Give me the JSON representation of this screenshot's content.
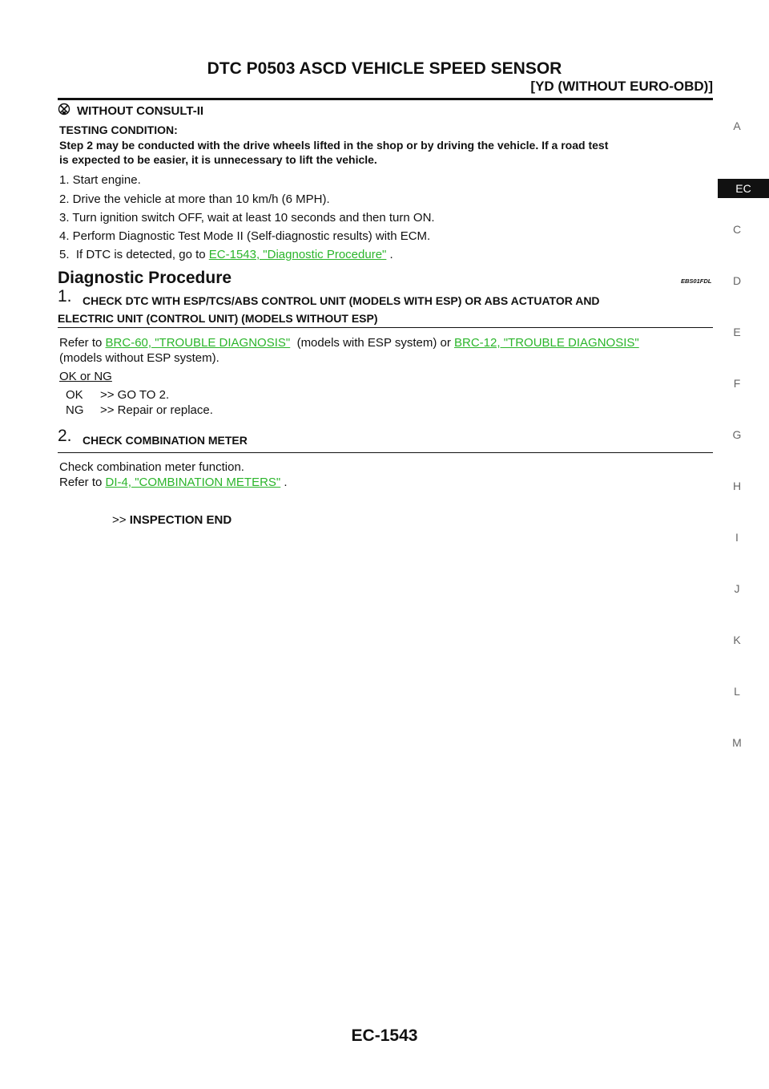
{
  "header": {
    "title": "DTC P0503 ASCD VEHICLE SPEED SENSOR",
    "subtitle": "[YD (WITHOUT EURO-OBD)]"
  },
  "side_index": {
    "letters": [
      "A",
      "EC",
      "C",
      "D",
      "E",
      "F",
      "G",
      "H",
      "I",
      "J",
      "K",
      "L",
      "M"
    ],
    "active": "EC"
  },
  "without_consult": {
    "heading": "WITHOUT CONSULT-II",
    "icon": "consult-cross-icon",
    "testing_label": "TESTING CONDITION:",
    "testing_line1": "Step 2 may be conducted with the drive wheels lifted in the shop or by driving the vehicle. If a road test",
    "testing_line2": "is expected to be easier, it is unnecessary to lift the vehicle.",
    "steps": [
      "1.  Start engine.",
      "2.  Drive the vehicle at more than 10 km/h (6 MPH).",
      "3.  Turn ignition switch OFF, wait at least 10 seconds and then turn ON.",
      "4.  Perform Diagnostic Test Mode II (Self-diagnostic results) with ECM."
    ],
    "step5_prefix": "5.  If DTC is detected, go to ",
    "step5_link": "EC-1543, \"Diagnostic Procedure\"",
    "step5_suffix": " ."
  },
  "diagnostic": {
    "heading": "Diagnostic Procedure",
    "code": "EBS01FDL",
    "step1": {
      "num": "1.",
      "title_line1": "CHECK DTC WITH ESP/TCS/ABS CONTROL UNIT (MODELS WITH ESP) OR ABS ACTUATOR AND",
      "title_line2": "ELECTRIC UNIT (CONTROL UNIT) (MODELS WITHOUT ESP)",
      "refer_prefix": "Refer to ",
      "link1": "BRC-60, \"TROUBLE DIAGNOSIS\"",
      "refer_mid": "  (models with ESP system) or ",
      "link2": "BRC-12, \"TROUBLE DIAGNOSIS\"",
      "refer_line2": "(models without ESP system).",
      "ok_ng": "OK or NG",
      "ok_label": "OK",
      "ok_action": ">> GO TO 2.",
      "ng_label": "NG",
      "ng_action": ">> Repair or replace."
    },
    "step2": {
      "num": "2.",
      "title": "CHECK COMBINATION METER",
      "line1": "Check combination meter function.",
      "refer_prefix": "Refer to ",
      "link": "DI-4, \"COMBINATION METERS\"",
      "refer_suffix": " .",
      "end_arrow": ">>",
      "end_text": "INSPECTION END"
    }
  },
  "footer": {
    "page": "EC-1543"
  }
}
